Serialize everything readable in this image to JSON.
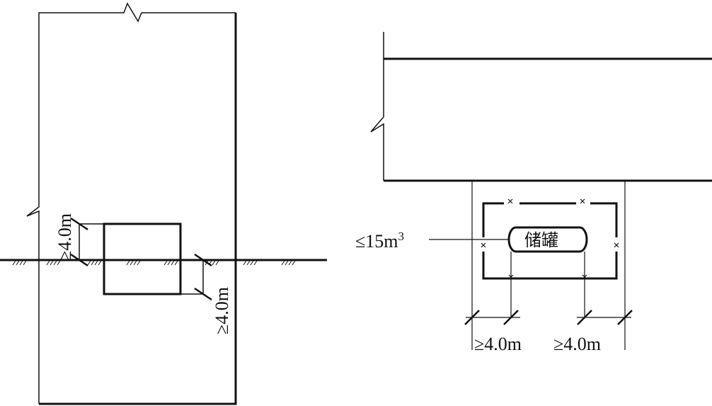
{
  "left_diagram": {
    "dim_vertical_upper": "≥4.0m",
    "dim_vertical_lower": "≥4.0m"
  },
  "right_diagram": {
    "tank_label": "储罐",
    "volume_label": "≤15m",
    "volume_superscript": "3",
    "dim_left": "≥4.0m",
    "dim_right": "≥4.0m"
  }
}
